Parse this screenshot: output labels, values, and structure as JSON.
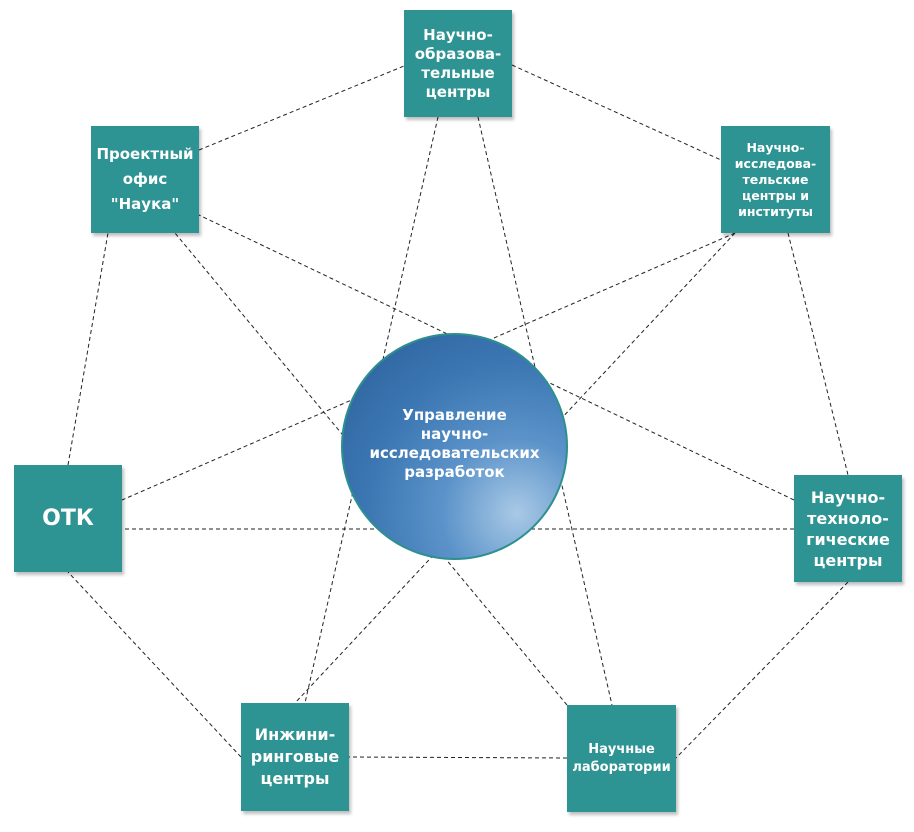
{
  "diagram": {
    "center": {
      "label": "Управление\nнаучно-\nисследовательских\nразработок"
    },
    "nodes": {
      "educational": {
        "label": "Научно-\nобразова-\nтельные\nцентры"
      },
      "research": {
        "label": "Научно-\nисследова-\nтельские\nцентры и\nинституты"
      },
      "technological": {
        "label": "Научно-\nтехноло-\nгические\nцентры"
      },
      "laboratories": {
        "label": "Научные\nлаборатории"
      },
      "engineering": {
        "label": "Инжини-\nринговые\nцентры"
      },
      "otk": {
        "label": "ОТК"
      },
      "project_office": {
        "label": "Проектный\nофис\n\"Наука\""
      }
    },
    "line_color": "#222222",
    "node_color": "#2e9393"
  }
}
